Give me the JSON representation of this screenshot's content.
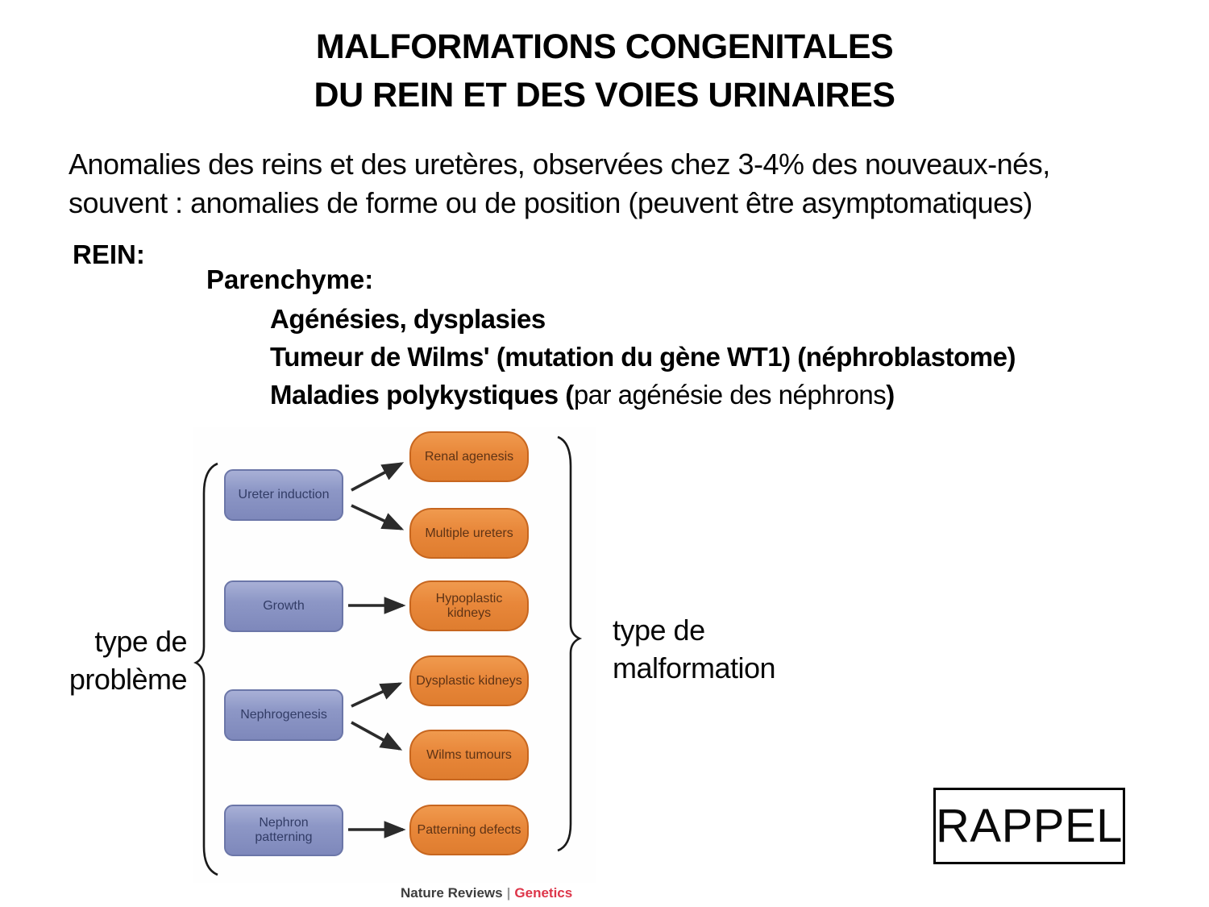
{
  "slide": {
    "title": {
      "line1": "MALFORMATIONS CONGENITALES",
      "line2": "DU REIN ET DES VOIES URINAIRES"
    },
    "intro": {
      "line1": "Anomalies des reins et des uretères, observées chez 3-4% des nouveaux-nés,",
      "line2": "souvent : anomalies de forme ou de position (peuvent être asymptomatiques)"
    },
    "rein_label": "REIN:",
    "parenchyme_label": "Parenchyme:",
    "parenchyme_items": {
      "item1": "Agénésies, dysplasies",
      "item2": "Tumeur de Wilms' (mutation du gène WT1) (néphroblastome)",
      "item3_bold_start": "Maladies polykystiques (",
      "item3_regular": "par agénésie des néphrons",
      "item3_bold_end": ")"
    },
    "left_brace_label": {
      "line1": "type de",
      "line2": "problème"
    },
    "right_brace_label": {
      "line1": "type de",
      "line2": "malformation"
    },
    "rappel_label": "RAPPEL",
    "credit": {
      "publisher": "Nature Reviews",
      "separator": "|",
      "journal": "Genetics"
    }
  },
  "diagram": {
    "problem_nodes": [
      "Ureter induction",
      "Growth",
      "Nephrogenesis",
      "Nephron patterning"
    ],
    "malformation_nodes": [
      "Renal agenesis",
      "Multiple ureters",
      "Hypoplastic kidneys",
      "Dysplastic kidneys",
      "Wilms tumours",
      "Patterning defects"
    ],
    "edges": [
      {
        "from": "Ureter induction",
        "to": "Renal agenesis"
      },
      {
        "from": "Ureter induction",
        "to": "Multiple ureters"
      },
      {
        "from": "Growth",
        "to": "Hypoplastic kidneys"
      },
      {
        "from": "Nephrogenesis",
        "to": "Dysplastic kidneys"
      },
      {
        "from": "Nephrogenesis",
        "to": "Wilms tumours"
      },
      {
        "from": "Nephron patterning",
        "to": "Patterning defects"
      }
    ],
    "colors": {
      "problem_fill": "#8d97c6",
      "problem_border": "#6b76a8",
      "malformation_fill": "#e8873a",
      "malformation_border": "#c7661f",
      "arrow": "#2b2b2b",
      "credit_red": "#dd3549"
    }
  }
}
